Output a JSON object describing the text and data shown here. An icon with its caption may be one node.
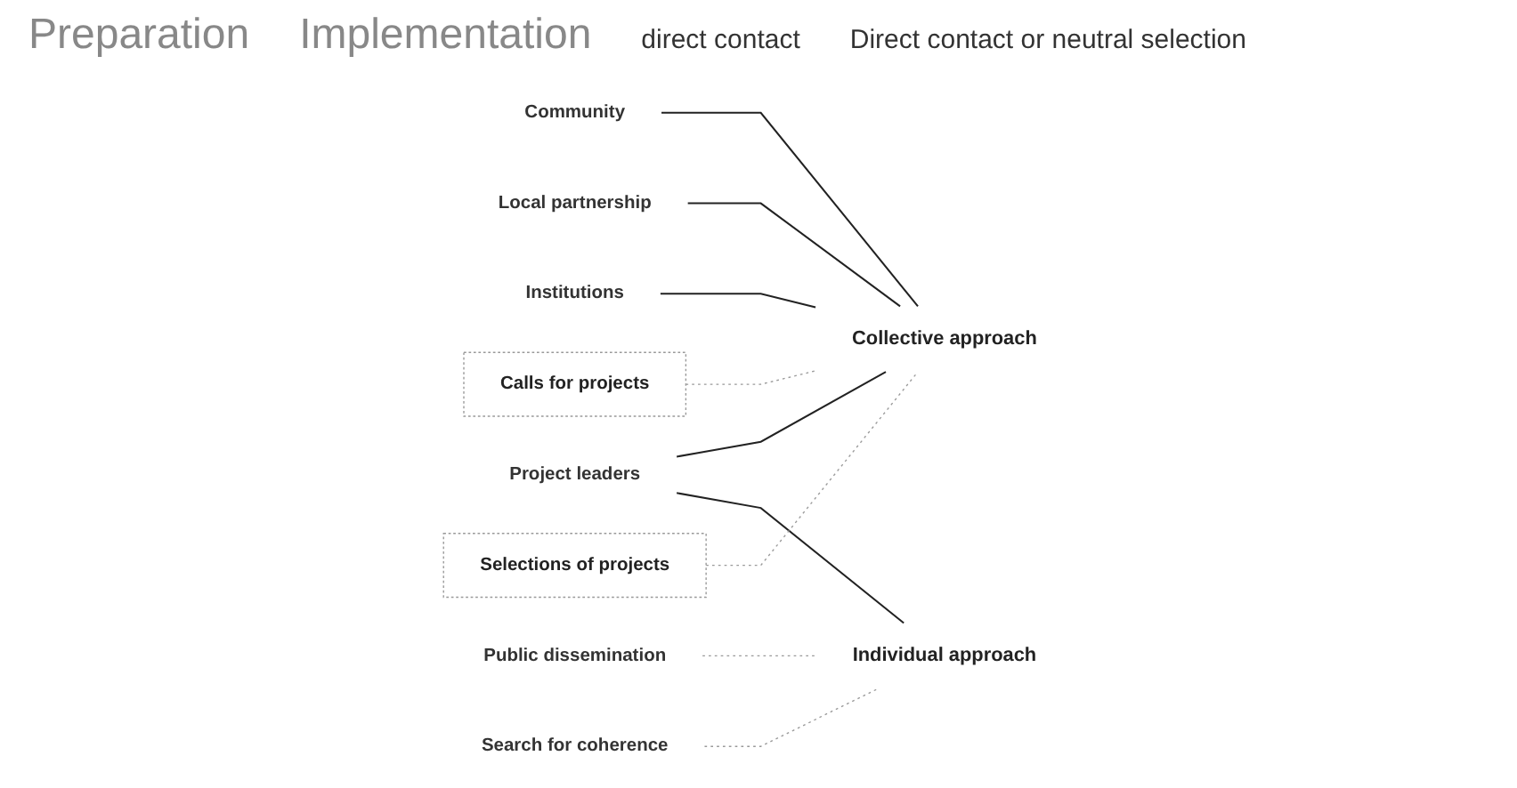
{
  "diagram": {
    "nodes": [
      {
        "text": [
          "Community"
        ]
      },
      {
        "text": [
          "Local partnership"
        ]
      },
      {
        "text": [
          "Institutions"
        ]
      },
      {
        "text": [
          "Project leaders"
        ]
      },
      {
        "text": [
          "Calls for projects"
        ]
      },
      {
        "text": [
          "Selections of projects"
        ]
      },
      {
        "text": [
          "Collective approach"
        ]
      },
      {
        "text": [
          "Public dissemination"
        ]
      },
      {
        "text": [
          "Search for coherence"
        ]
      },
      {
        "text": [
          "Individual approach"
        ]
      }
    ],
    "edges": [
      {
        "from": 0,
        "to": 6,
        "arrow": "none"
      },
      {
        "from": 1,
        "to": 6,
        "arrow": "none"
      },
      {
        "from": 2,
        "to": 6,
        "arrow": "none"
      },
      {
        "from": 3,
        "to": 6,
        "arrow": "none"
      },
      {
        "from": 3,
        "to": 9,
        "arrow": "none"
      },
      {
        "from": 4,
        "to": 6,
        "arrow": "none",
        "style": "dashed",
        "color": "#999999"
      },
      {
        "from": 5,
        "to": 6,
        "arrow": "none",
        "style": "dashed",
        "color": "#999999"
      },
      {
        "from": 7,
        "to": 9,
        "arrow": "none",
        "style": "dashed",
        "color": "#999999"
      },
      {
        "from": 8,
        "to": 9,
        "arrow": "none",
        "style": "dashed",
        "color": "#999999"
      }
    ],
    "labels": [
      "Preparation",
      "Implementation",
      "direct contact",
      "Direct contact or neutral selection"
    ]
  }
}
